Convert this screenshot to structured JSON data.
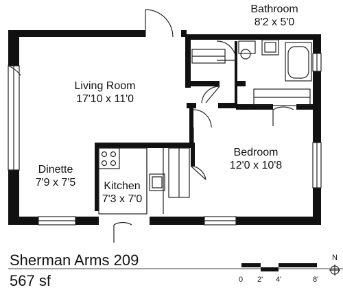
{
  "rooms": {
    "bathroom": {
      "name": "Bathroom",
      "dims": "8'2 x 5'0"
    },
    "living_room": {
      "name": "Living Room",
      "dims": "17'10 x 11'0"
    },
    "bedroom": {
      "name": "Bedroom",
      "dims": "12'0 x 10'8"
    },
    "dinette": {
      "name": "Dinette",
      "dims": "7'9 x 7'5"
    },
    "kitchen": {
      "name": "Kitchen",
      "dims": "7'3 x 7'0"
    }
  },
  "unit": {
    "title": "Sherman Arms 209",
    "area": "567 sf"
  },
  "scale": {
    "labels": [
      "0",
      "2'",
      "4'",
      "8'"
    ]
  },
  "compass": {
    "label": "N"
  },
  "colors": {
    "wall": "#111111",
    "line": "#222222",
    "background": "#ffffff"
  }
}
